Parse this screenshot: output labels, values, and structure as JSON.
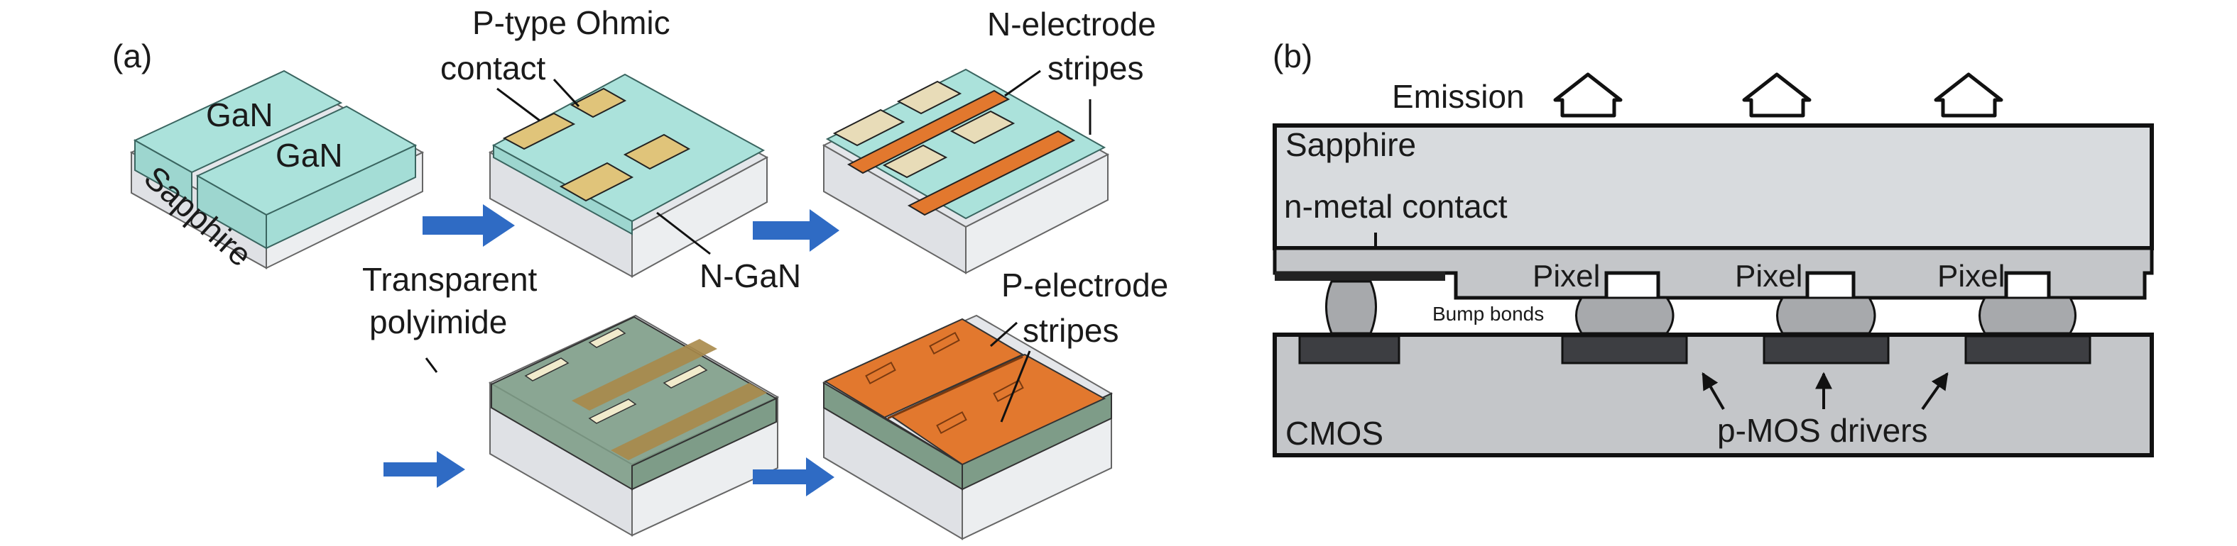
{
  "panel_a": {
    "label": "(a)",
    "step1": {
      "gan_top": "GaN",
      "gan_bottom": "GaN",
      "substrate": "Sapphire"
    },
    "step2": {
      "label_line1": "P-type Ohmic",
      "label_line2": "contact",
      "ngan_label": "N-GaN"
    },
    "step3": {
      "label_line1": "N-electrode",
      "label_line2": "stripes"
    },
    "step4": {
      "label_line1": "Transparent",
      "label_line2": "polyimide"
    },
    "step5": {
      "label_line1": "P-electrode",
      "label_line2": "stripes"
    },
    "colors": {
      "gan": "#a8e0da",
      "sapphire": "#e4e6ea",
      "contact": "#e0c47a",
      "contact_light": "#e8dcb8",
      "electrode": "#e2782e",
      "polyimide": "#7a9a84",
      "arrow": "#2f6bc4"
    }
  },
  "panel_b": {
    "label": "(b)",
    "emission": "Emission",
    "sapphire": "Sapphire",
    "n_metal": "n-metal contact",
    "pixels": [
      "Pixel",
      "Pixel",
      "Pixel"
    ],
    "bump_bonds": "Bump bonds",
    "cmos": "CMOS",
    "pmos": "p-MOS drivers",
    "colors": {
      "sapphire": "#d8dbde",
      "gan": "#c4c6c9",
      "bump": "#a7a9ac",
      "driver": "#3d3e42",
      "cmos": "#c4c6c9"
    }
  }
}
